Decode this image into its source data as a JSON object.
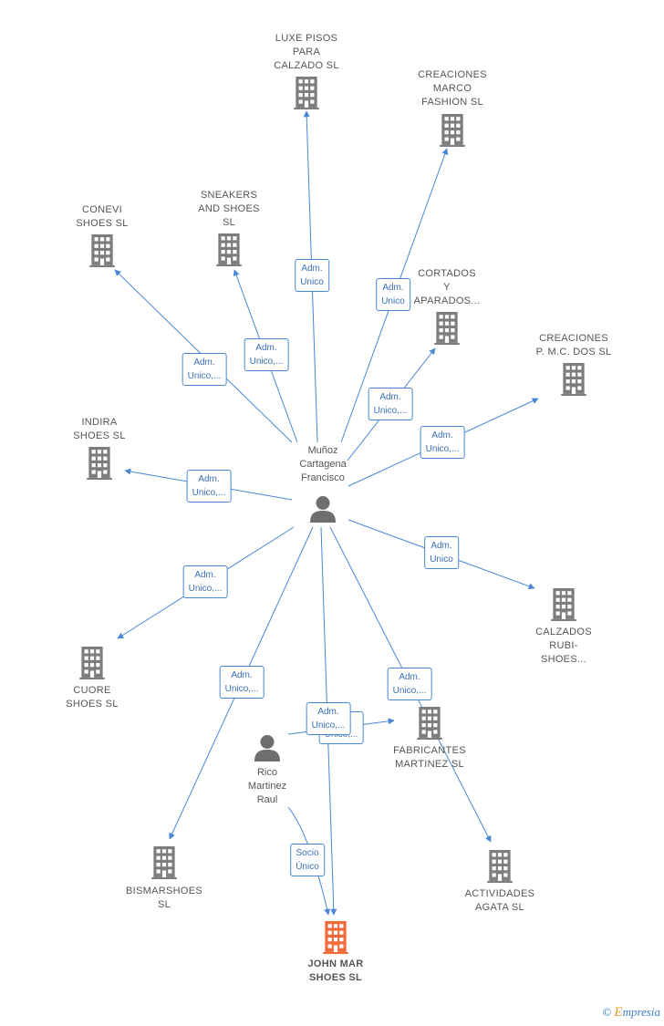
{
  "colors": {
    "edge": "#4a86d4",
    "building": "#7d7d7d",
    "building_focus": "#f26a3a",
    "person": "#6e6e6e"
  },
  "brand": {
    "copyright": "©",
    "initial": "E",
    "rest": "mpresia"
  },
  "people": [
    {
      "id": "p1",
      "label_lines": [
        "Muñoz",
        "Cartagena",
        "Francisco"
      ],
      "icon": "person-icon"
    },
    {
      "id": "p2",
      "label_lines": [
        "Rico",
        "Martinez",
        "Raul"
      ],
      "icon": "person-icon"
    }
  ],
  "companies": [
    {
      "id": "luxe",
      "label_lines": [
        "LUXE PISOS",
        "PARA",
        "CALZADO SL"
      ],
      "icon": "building-icon"
    },
    {
      "id": "marco",
      "label_lines": [
        "CREACIONES",
        "MARCO",
        "FASHION  SL"
      ],
      "icon": "building-icon"
    },
    {
      "id": "conevi",
      "label_lines": [
        "CONEVI",
        "SHOES  SL"
      ],
      "icon": "building-icon"
    },
    {
      "id": "sneakers",
      "label_lines": [
        "SNEAKERS",
        "AND SHOES",
        "SL"
      ],
      "icon": "building-icon"
    },
    {
      "id": "cortados",
      "label_lines": [
        "CORTADOS",
        "Y",
        "APARADOS..."
      ],
      "icon": "building-icon"
    },
    {
      "id": "pmc",
      "label_lines": [
        "CREACIONES",
        "P. M.C. DOS  SL"
      ],
      "icon": "building-icon"
    },
    {
      "id": "indira",
      "label_lines": [
        "INDIRA",
        "SHOES  SL"
      ],
      "icon": "building-icon"
    },
    {
      "id": "rubi",
      "label_lines": [
        "CALZADOS",
        "RUBI-",
        "SHOES..."
      ],
      "icon": "building-icon"
    },
    {
      "id": "cuore",
      "label_lines": [
        "CUORE",
        "SHOES  SL"
      ],
      "icon": "building-icon"
    },
    {
      "id": "fabricantes",
      "label_lines": [
        "FABRICANTES",
        "MARTINEZ  SL"
      ],
      "icon": "building-icon"
    },
    {
      "id": "bismar",
      "label_lines": [
        "BISMARSHOES",
        "SL"
      ],
      "icon": "building-icon"
    },
    {
      "id": "agata",
      "label_lines": [
        "ACTIVIDADES",
        "AGATA  SL"
      ],
      "icon": "building-icon"
    },
    {
      "id": "johnmar",
      "label_lines": [
        "JOHN MAR",
        "SHOES  SL"
      ],
      "icon": "building-icon",
      "focus": true
    }
  ],
  "edges": [
    {
      "id": "e_luxe",
      "from": "p1",
      "to": "luxe",
      "label_lines": [
        "Adm.",
        "Unico"
      ]
    },
    {
      "id": "e_marco",
      "from": "p1",
      "to": "marco",
      "label_lines": [
        "Adm.",
        "Unico"
      ]
    },
    {
      "id": "e_conevi",
      "from": "p1",
      "to": "conevi",
      "label_lines": [
        "Adm.",
        "Unico,..."
      ]
    },
    {
      "id": "e_sneakers",
      "from": "p1",
      "to": "sneakers",
      "label_lines": [
        "Adm.",
        "Unico,..."
      ]
    },
    {
      "id": "e_cortados",
      "from": "p1",
      "to": "cortados",
      "label_lines": [
        "Adm.",
        "Unico,..."
      ]
    },
    {
      "id": "e_pmc",
      "from": "p1",
      "to": "pmc",
      "label_lines": [
        "Adm.",
        "Unico,..."
      ]
    },
    {
      "id": "e_indira",
      "from": "p1",
      "to": "indira",
      "label_lines": [
        "Adm.",
        "Unico,..."
      ]
    },
    {
      "id": "e_rubi",
      "from": "p1",
      "to": "rubi",
      "label_lines": [
        "Adm.",
        "Unico"
      ]
    },
    {
      "id": "e_cuore",
      "from": "p1",
      "to": "cuore",
      "label_lines": [
        "Adm.",
        "Unico,..."
      ]
    },
    {
      "id": "e_bismar",
      "from": "p1",
      "to": "bismar",
      "label_lines": [
        "Adm.",
        "Unico,..."
      ]
    },
    {
      "id": "e_agata",
      "from": "p1",
      "to": "agata",
      "label_lines": [
        "Adm.",
        "Unico,..."
      ]
    },
    {
      "id": "e_johnmar1",
      "from": "p1",
      "to": "johnmar",
      "label_lines": [
        "Adm.",
        "Unico,..."
      ]
    },
    {
      "id": "e_fabricantes",
      "from": "p2",
      "to": "fabricantes",
      "label_lines": [
        "Adm.",
        "Unico,..."
      ]
    },
    {
      "id": "e_johnmar2",
      "from": "p2",
      "to": "johnmar",
      "label_lines": [
        "Socio",
        "Único"
      ]
    }
  ]
}
